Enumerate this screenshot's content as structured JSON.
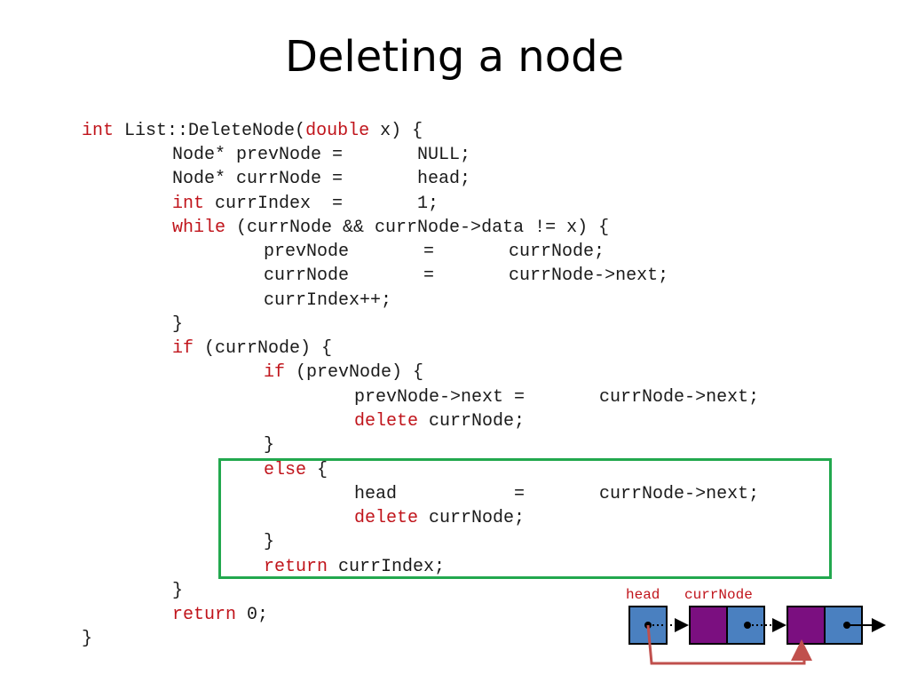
{
  "title": "Deleting a node",
  "code": {
    "lines": [
      [
        {
          "t": "int",
          "kw": true
        },
        {
          "t": " List::DeleteNode("
        },
        {
          "t": "double",
          "kw": true
        },
        {
          "t": " x) {"
        }
      ],
      [
        {
          "t": "Node* prevNode =       NULL;"
        }
      ],
      [
        {
          "t": "Node* currNode =       head;"
        }
      ],
      [
        {
          "t": "int",
          "kw": true
        },
        {
          "t": " currIndex  =       1;"
        }
      ],
      [
        {
          "t": "while",
          "kw": true
        },
        {
          "t": " (currNode && currNode->data != x) {"
        }
      ],
      [
        {
          "t": "prevNode       =       currNode;"
        }
      ],
      [
        {
          "t": "currNode       =       currNode->next;"
        }
      ],
      [
        {
          "t": "currIndex++;"
        }
      ],
      [
        {
          "t": "}"
        }
      ],
      [
        {
          "t": "if",
          "kw": true
        },
        {
          "t": " (currNode) {"
        }
      ],
      [
        {
          "t": "if",
          "kw": true
        },
        {
          "t": " (prevNode) {"
        }
      ],
      [
        {
          "t": "prevNode->next =       currNode->next;"
        }
      ],
      [
        {
          "t": "delete",
          "kw": true
        },
        {
          "t": " currNode;"
        }
      ],
      [
        {
          "t": "}"
        }
      ],
      [
        {
          "t": "else",
          "kw": true
        },
        {
          "t": " {"
        }
      ],
      [
        {
          "t": "head           =       currNode->next;"
        }
      ],
      [
        {
          "t": "delete",
          "kw": true
        },
        {
          "t": " currNode;"
        }
      ],
      [
        {
          "t": "}"
        }
      ],
      [
        {
          "t": "return",
          "kw": true
        },
        {
          "t": " currIndex;"
        }
      ],
      [
        {
          "t": "}"
        }
      ],
      [
        {
          "t": "return",
          "kw": true
        },
        {
          "t": " 0;"
        }
      ],
      [
        {
          "t": "}"
        }
      ]
    ]
  },
  "diagram": {
    "head_label": "head",
    "curr_label": "currNode",
    "label_color": "#c0141b",
    "node_data_color": "#7b0f80",
    "node_ptr_color": "#4a80c0",
    "arrow_color": "#c0504d"
  },
  "colors": {
    "keyword": "#c0141b",
    "highlight_border": "#22a84e"
  }
}
